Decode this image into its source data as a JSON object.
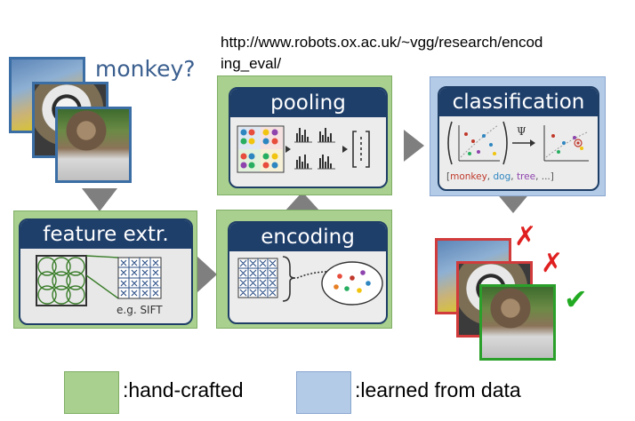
{
  "url_text": "http://www.robots.ox.ac.uk/~vgg/research/encoding_eval/",
  "url_line1": "http://www.robots.ox.ac.uk/~vgg/research/encod",
  "url_line2": "ing_eval/",
  "query_label": "monkey?",
  "stages": {
    "feature": {
      "title": "feature extr.",
      "caption": "e.g. SIFT",
      "category": "hand-crafted"
    },
    "encoding": {
      "title": "encoding",
      "category": "hand-crafted"
    },
    "pooling": {
      "title": "pooling",
      "category": "hand-crafted"
    },
    "classification": {
      "title": "classification",
      "category": "learned",
      "psi": "Ψ"
    }
  },
  "class_labels": [
    {
      "text": "monkey",
      "color": "#c0392b"
    },
    {
      "text": "dog",
      "color": "#2e86c1"
    },
    {
      "text": "tree",
      "color": "#8e44ad"
    },
    {
      "text": "...",
      "color": "#555555"
    }
  ],
  "results": [
    {
      "mark": "✗",
      "color": "#e02020"
    },
    {
      "mark": "✗",
      "color": "#e02020"
    },
    {
      "mark": "✔",
      "color": "#22aa22"
    }
  ],
  "legend": [
    {
      "label": ":hand-crafted",
      "color": "#a9d08e"
    },
    {
      "label": ":learned from data",
      "color": "#b4cbe8"
    }
  ],
  "colors": {
    "hand_crafted": "#a9d08e",
    "learned": "#b4cbe8",
    "panel_title": "#1f3f6b",
    "arrow": "#7f7f7f"
  }
}
